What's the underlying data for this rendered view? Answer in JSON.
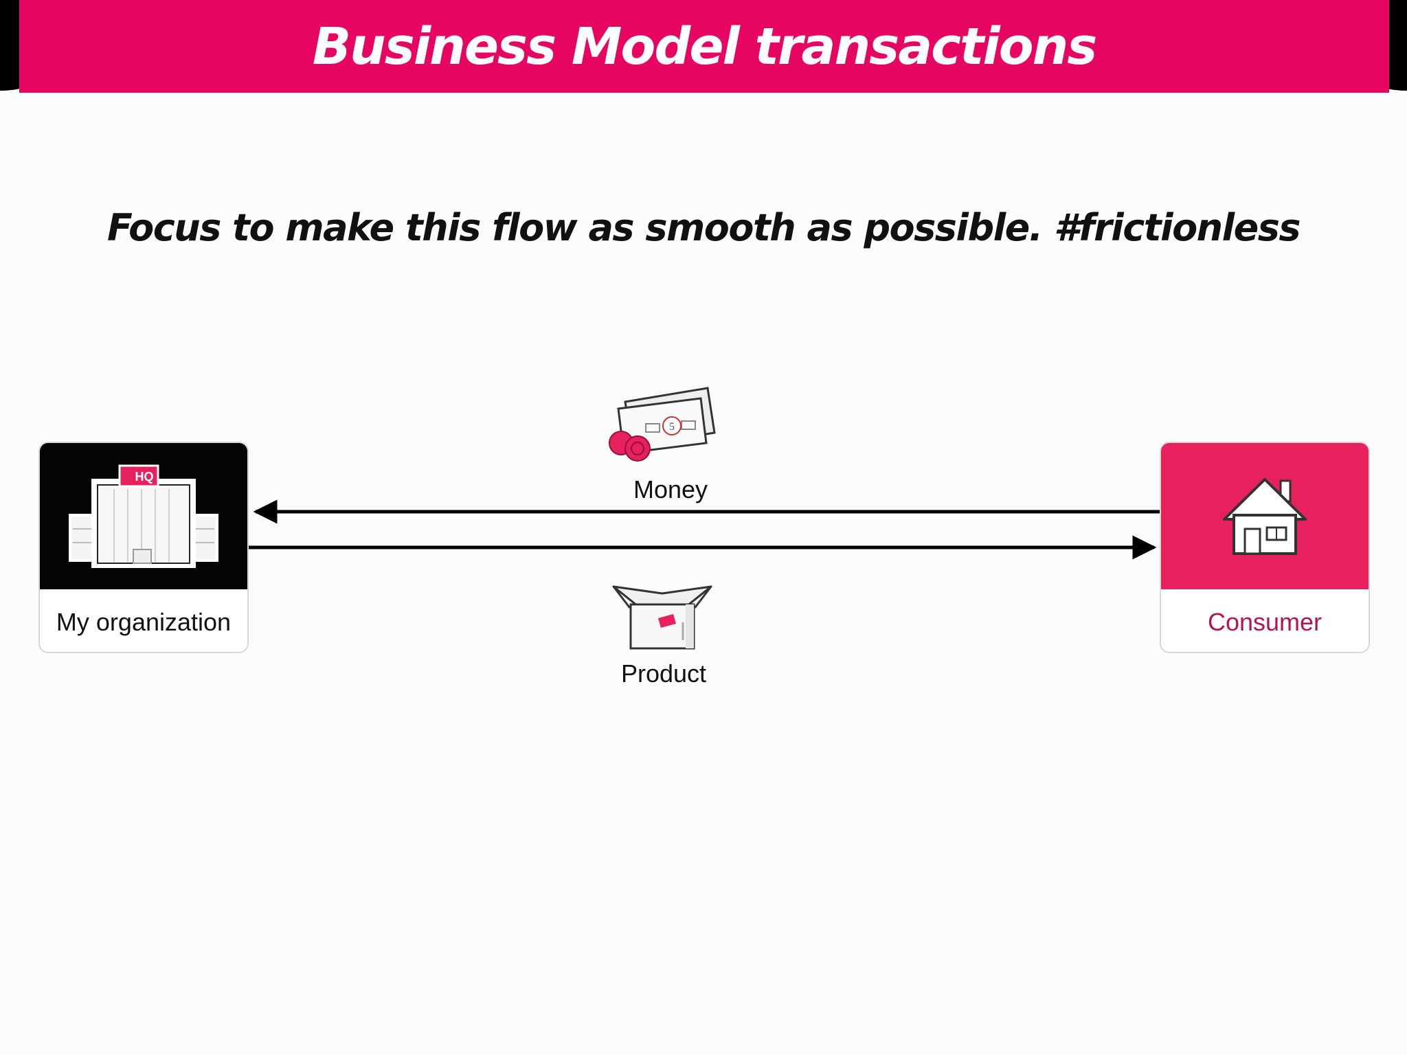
{
  "slide": {
    "title": "Business Model transactions",
    "subtitle": "Focus to make this flow as smooth as possible. #frictionless"
  },
  "diagram": {
    "organization": {
      "label": "My organization",
      "badge": "HQ",
      "icon": "hq-building-icon"
    },
    "consumer": {
      "label": "Consumer",
      "icon": "house-icon"
    },
    "flows": [
      {
        "label": "Money",
        "direction": "consumer-to-organization",
        "icon": "money-icon",
        "note": "5"
      },
      {
        "label": "Product",
        "direction": "organization-to-consumer",
        "icon": "product-box-icon"
      }
    ]
  },
  "colors": {
    "accent": "#e60661",
    "consumer": "#e6215d",
    "organization": "#050505"
  }
}
